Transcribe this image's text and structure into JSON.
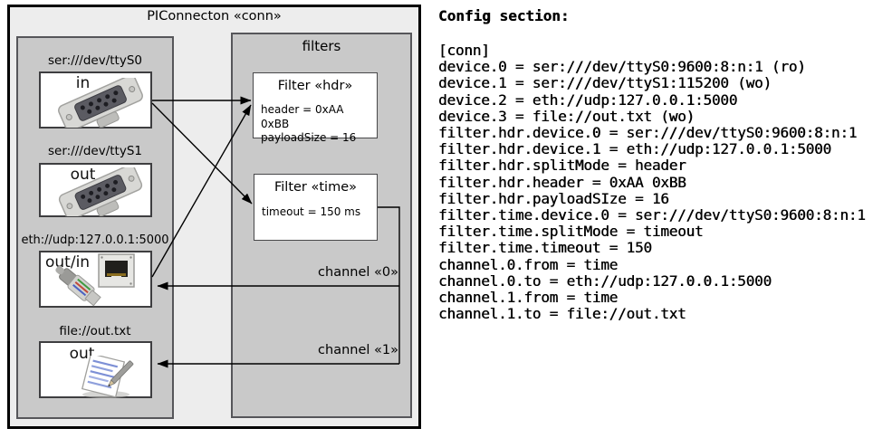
{
  "diagram": {
    "title": "PIConnecton «conn»",
    "filters_label": "filters",
    "devices": [
      {
        "uri": "ser:///dev/ttyS0",
        "mode": "in",
        "icon": "serial-db9-connector"
      },
      {
        "uri": "ser:///dev/ttyS1",
        "mode": "out",
        "icon": "serial-db9-connector"
      },
      {
        "uri": "eth://udp:127.0.0.1:5000",
        "mode": "out/in",
        "icon": "ethernet-rj45-connector"
      },
      {
        "uri": "file://out.txt",
        "mode": "out",
        "icon": "text-document-with-pen"
      }
    ],
    "filters": [
      {
        "title": "Filter «hdr»",
        "properties": [
          "header = 0xAA 0xBB",
          "payloadSize = 16"
        ]
      },
      {
        "title": "Filter «time»",
        "properties": [
          "timeout = 150 ms"
        ]
      }
    ],
    "channels": [
      {
        "label": "channel «0»"
      },
      {
        "label": "channel «1»"
      }
    ]
  },
  "config": {
    "heading": "Config section:",
    "lines": [
      "[conn]",
      "device.0 = ser:///dev/ttyS0:9600:8:n:1 (ro)",
      "device.1 = ser:///dev/ttyS1:115200 (wo)",
      "device.2 = eth://udp:127.0.0.1:5000",
      "device.3 = file://out.txt (wo)",
      "filter.hdr.device.0 = ser:///dev/ttyS0:9600:8:n:1",
      "filter.hdr.device.1 = eth://udp:127.0.0.1:5000",
      "filter.hdr.splitMode = header",
      "filter.hdr.header = 0xAA 0xBB",
      "filter.hdr.payloadSIze = 16",
      "filter.time.device.0 = ser:///dev/ttyS0:9600:8:n:1",
      "filter.time.splitMode = timeout",
      "filter.time.timeout = 150",
      "channel.0.from = time",
      "channel.0.to = eth://udp:127.0.0.1:5000",
      "channel.1.from = time",
      "channel.1.to = file://out.txt"
    ]
  },
  "colors": {
    "panel_fill": "#c9c9c9",
    "outer_fill": "#ededed",
    "node_fill": "#ffffff",
    "border_dark": "#3e3e40",
    "outer_border": "#000000",
    "text": "#000000"
  }
}
